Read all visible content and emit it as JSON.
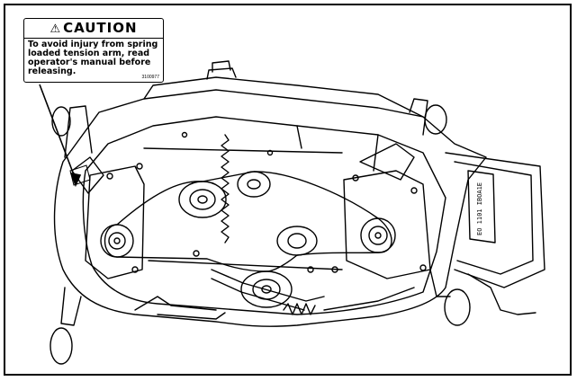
{
  "caution_label": {
    "title": "CAUTION",
    "warning_icon": "warning-triangle-icon",
    "message": "To avoid injury from spring loaded tension arm, read operator's manual before releasing.",
    "part_number": "3100977"
  },
  "deck_text": {
    "serial_marking": "EO 1101 IBOA1E"
  },
  "colors": {
    "line": "#000000",
    "background": "#ffffff"
  }
}
